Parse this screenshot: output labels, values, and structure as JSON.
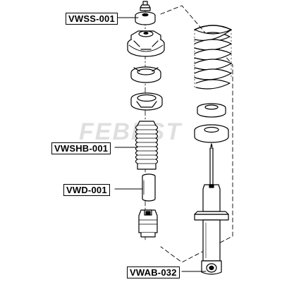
{
  "labels": {
    "top_mount": "VWSS-001",
    "boot": "VWSHB-001",
    "bump_stop": "VWD-001",
    "shock_bushing": "VWAB-032"
  },
  "watermark": {
    "text": "FEBEST"
  },
  "colors": {
    "line": "#000000",
    "background": "#ffffff"
  }
}
